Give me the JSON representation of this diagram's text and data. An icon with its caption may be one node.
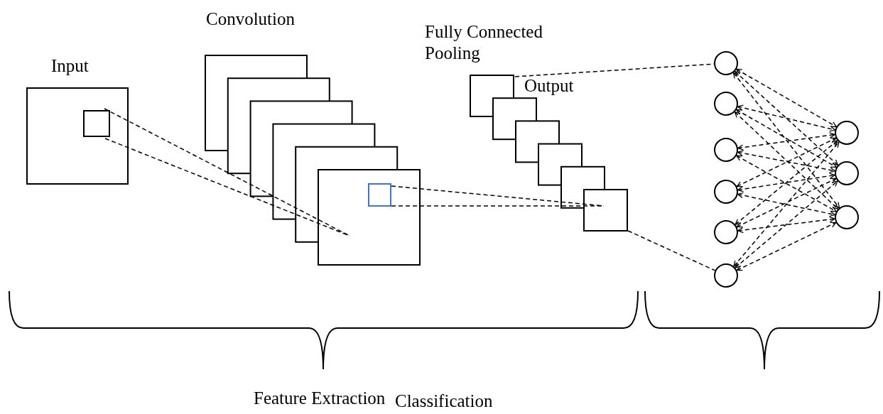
{
  "diagram": {
    "nodes": [
      {
        "text": [],
        "shape": "box"
      },
      {
        "text": [],
        "shape": "box",
        "in": 0
      },
      {
        "text": [],
        "shape": "picture"
      },
      {
        "text": [],
        "shape": "box",
        "in": 2
      },
      {
        "text": [],
        "shape": "picture"
      },
      {
        "text": [],
        "shape": "circle"
      },
      {
        "text": [],
        "shape": "circle"
      },
      {
        "text": [],
        "shape": "circle"
      },
      {
        "text": [],
        "shape": "circle"
      },
      {
        "text": [],
        "shape": "circle"
      },
      {
        "text": [],
        "shape": "circle"
      },
      {
        "text": [],
        "shape": "circle"
      },
      {
        "text": [],
        "shape": "circle"
      },
      {
        "text": [],
        "shape": "circle"
      }
    ],
    "edges": [
      {
        "from": 1,
        "to": 2,
        "arrow": "none",
        "style": "dashed"
      },
      {
        "from": 1,
        "to": 2,
        "arrow": "none",
        "style": "dashed"
      },
      {
        "from": 3,
        "to": 4,
        "arrow": "none",
        "style": "dashed"
      },
      {
        "from": 3,
        "to": 4,
        "arrow": "none",
        "style": "dashed"
      },
      {
        "from": 4,
        "to": 5,
        "arrow": "none",
        "style": "dashed"
      },
      {
        "from": 4,
        "to": 10,
        "arrow": "none",
        "style": "dashed"
      },
      {
        "from": 5,
        "to": 11,
        "arrow": "both",
        "style": "dashed"
      },
      {
        "from": 5,
        "to": 12,
        "arrow": "both",
        "style": "dashed"
      },
      {
        "from": 5,
        "to": 13,
        "arrow": "both",
        "style": "dashed"
      },
      {
        "from": 6,
        "to": 11,
        "arrow": "both",
        "style": "dashed"
      },
      {
        "from": 6,
        "to": 12,
        "arrow": "both",
        "style": "dashed"
      },
      {
        "from": 6,
        "to": 13,
        "arrow": "both",
        "style": "dashed"
      },
      {
        "from": 7,
        "to": 11,
        "arrow": "both",
        "style": "dashed"
      },
      {
        "from": 7,
        "to": 12,
        "arrow": "both",
        "style": "dashed"
      },
      {
        "from": 7,
        "to": 13,
        "arrow": "both",
        "style": "dashed"
      },
      {
        "from": 8,
        "to": 11,
        "arrow": "both",
        "style": "dashed"
      },
      {
        "from": 8,
        "to": 12,
        "arrow": "both",
        "style": "dashed"
      },
      {
        "from": 8,
        "to": 13,
        "arrow": "both",
        "style": "dashed"
      },
      {
        "from": 9,
        "to": 11,
        "arrow": "both",
        "style": "dashed"
      },
      {
        "from": 9,
        "to": 12,
        "arrow": "both",
        "style": "dashed"
      },
      {
        "from": 9,
        "to": 13,
        "arrow": "both",
        "style": "dashed"
      },
      {
        "from": 10,
        "to": 11,
        "arrow": "both",
        "style": "dashed"
      },
      {
        "from": 10,
        "to": 12,
        "arrow": "both",
        "style": "dashed"
      },
      {
        "from": 10,
        "to": 13,
        "arrow": "both",
        "style": "dashed"
      }
    ],
    "labels": [
      "Convolution",
      "Input",
      "Fully Connected",
      "Pooling",
      "Output",
      "Feature Extraction",
      "Classification"
    ]
  }
}
